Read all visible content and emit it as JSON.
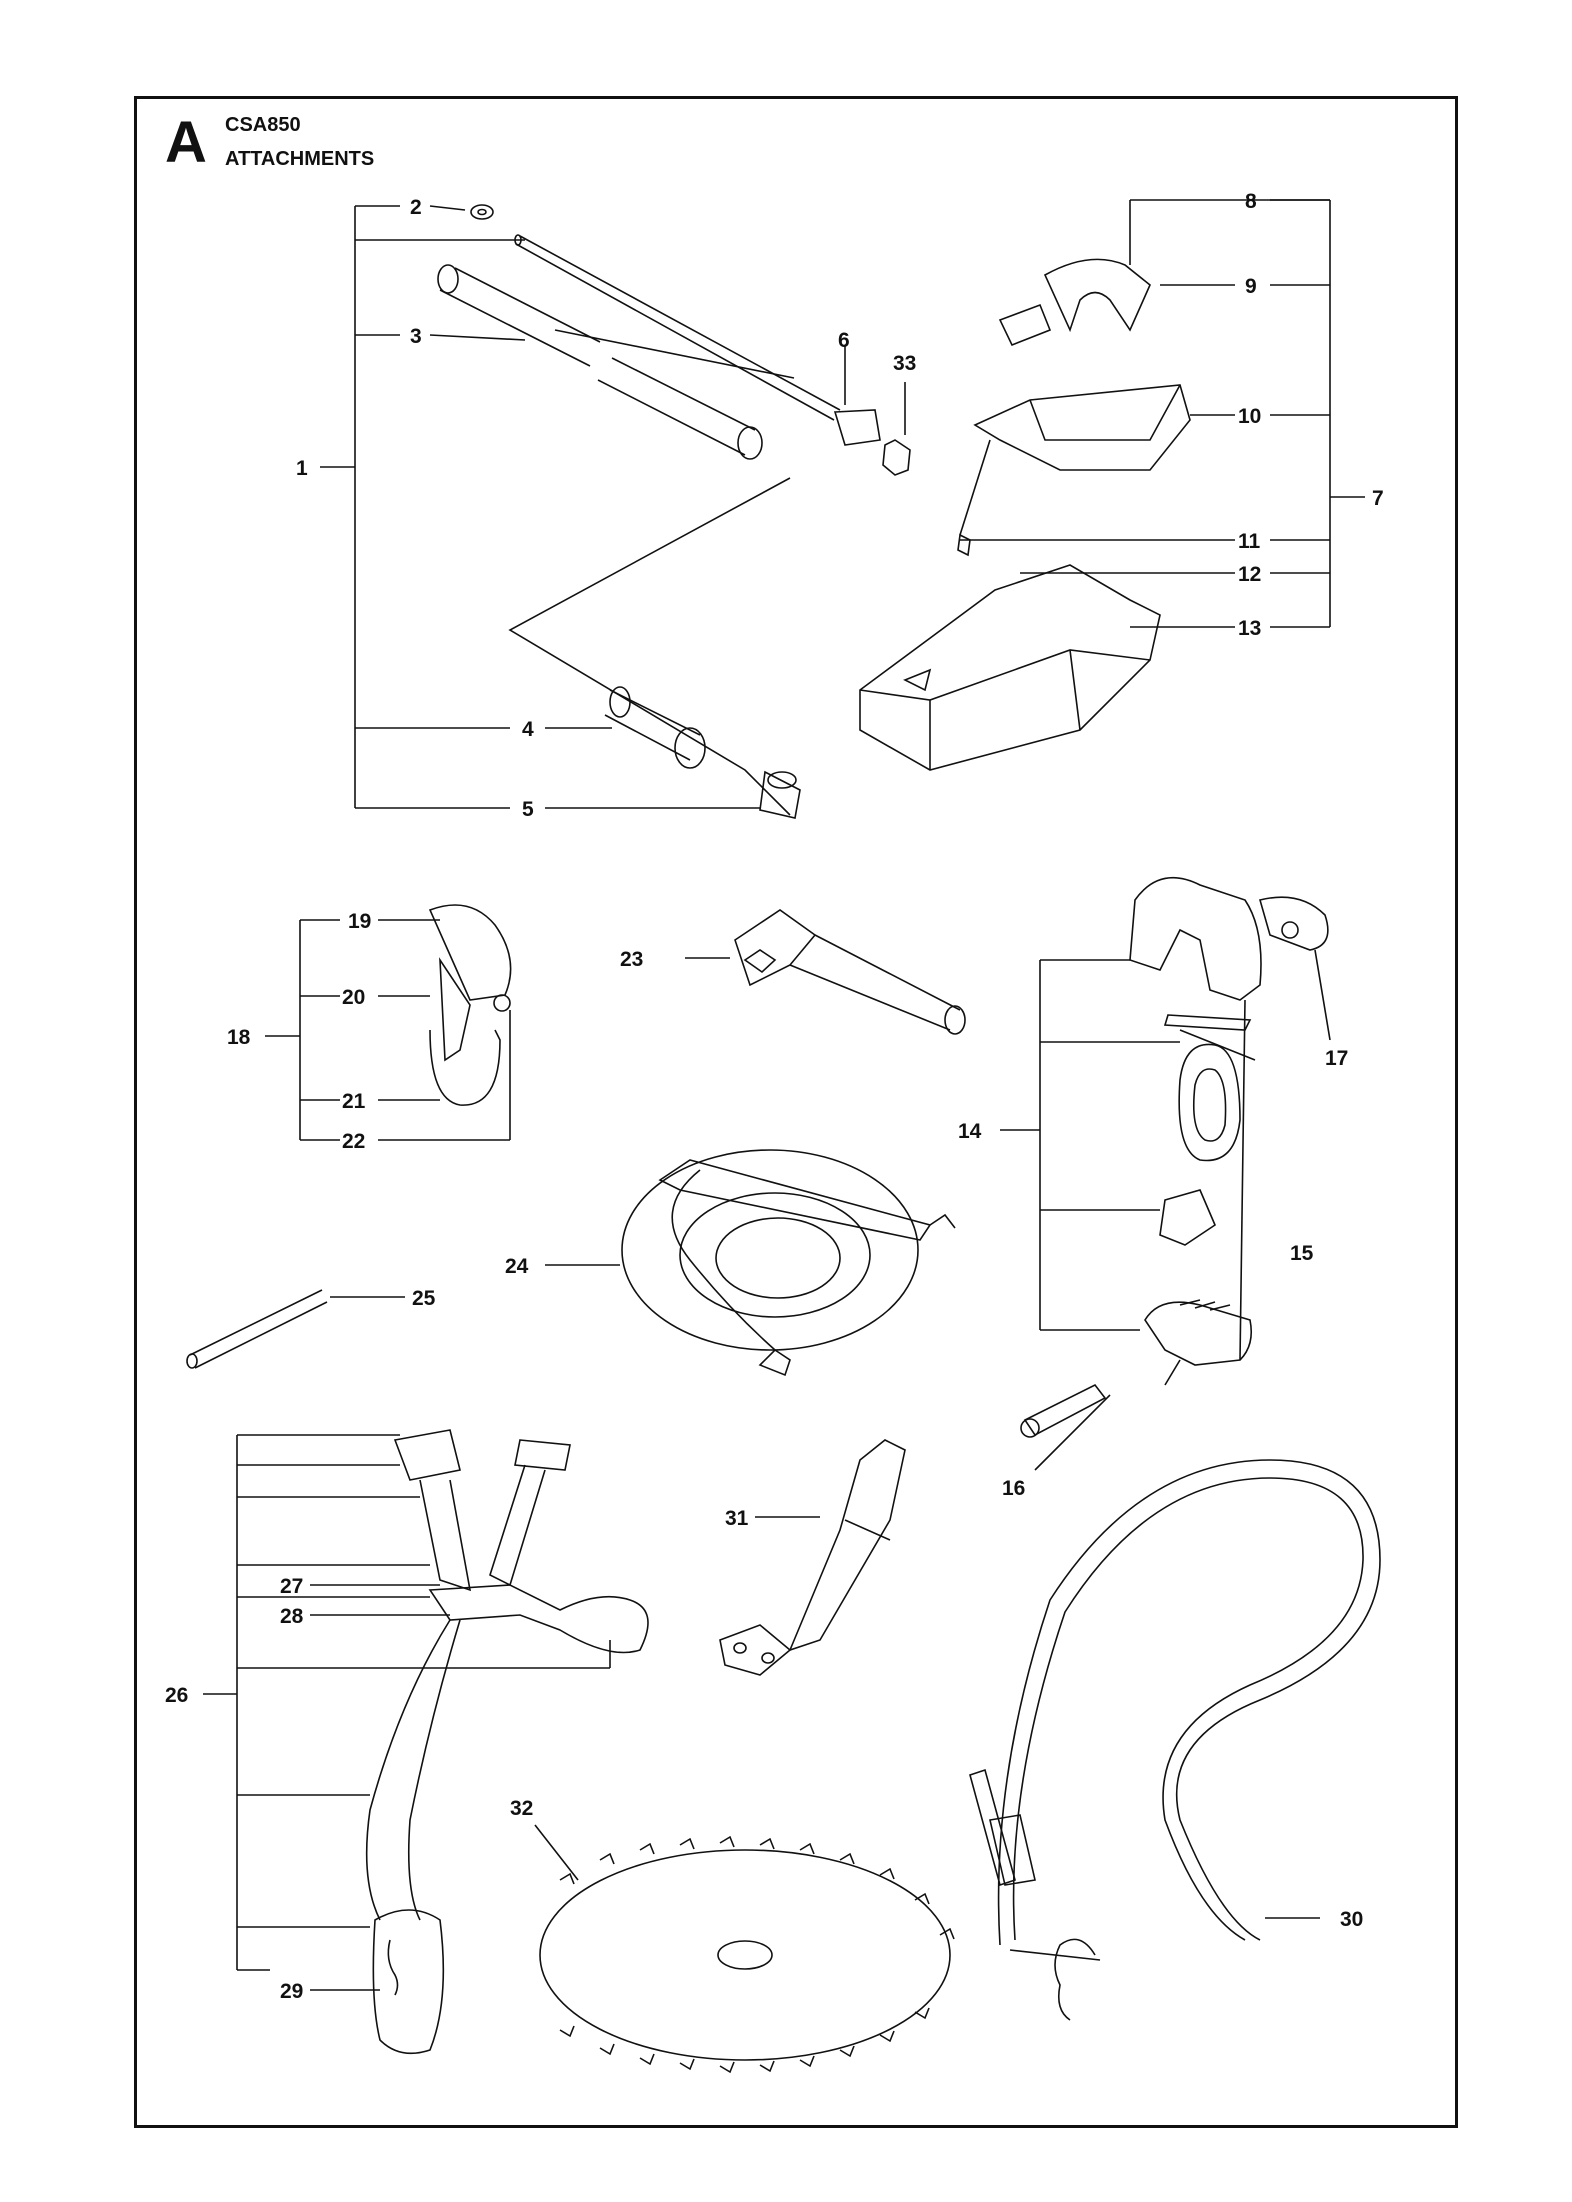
{
  "header": {
    "section_letter": "A",
    "model": "CSA850",
    "title": "ATTACHMENTS"
  },
  "callouts": {
    "n1": "1",
    "n2": "2",
    "n3": "3",
    "n4": "4",
    "n5": "5",
    "n6": "6",
    "n7": "7",
    "n8": "8",
    "n9": "9",
    "n10": "10",
    "n11": "11",
    "n12": "12",
    "n13": "13",
    "n14": "14",
    "n15": "15",
    "n16": "16",
    "n17": "17",
    "n18": "18",
    "n19": "19",
    "n20": "20",
    "n21": "21",
    "n22": "22",
    "n23": "23",
    "n24": "24",
    "n25": "25",
    "n26": "26",
    "n27": "27",
    "n28": "28",
    "n29": "29",
    "n30": "30",
    "n31": "31",
    "n32": "32",
    "n33": "33"
  }
}
